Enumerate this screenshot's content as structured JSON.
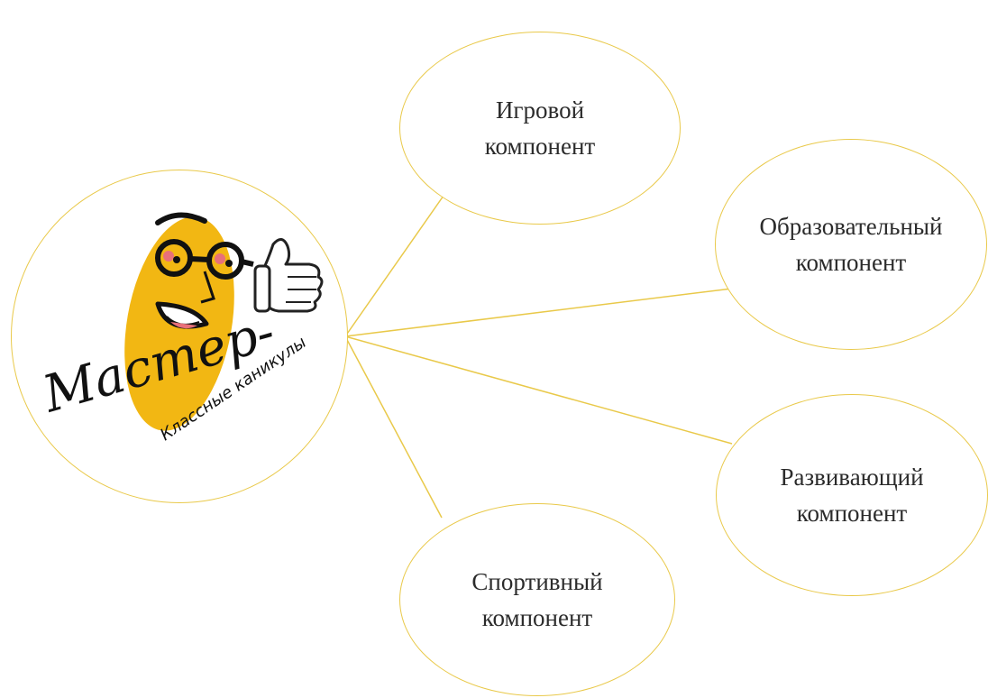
{
  "logo": {
    "wordmark": "Мастер-",
    "tagline": "Классные каникулы"
  },
  "components": [
    {
      "id": "game",
      "line1": "Игровой",
      "line2": "компонент"
    },
    {
      "id": "education",
      "line1": "Образовательный",
      "line2": "компонент"
    },
    {
      "id": "development",
      "line1": "Развивающий",
      "line2": "компонент"
    },
    {
      "id": "sport",
      "line1": "Спортивный",
      "line2": "компонент"
    }
  ],
  "colors": {
    "outline": "#e9c94a",
    "mascot": "#f2b713",
    "text": "#2b2b2b"
  }
}
